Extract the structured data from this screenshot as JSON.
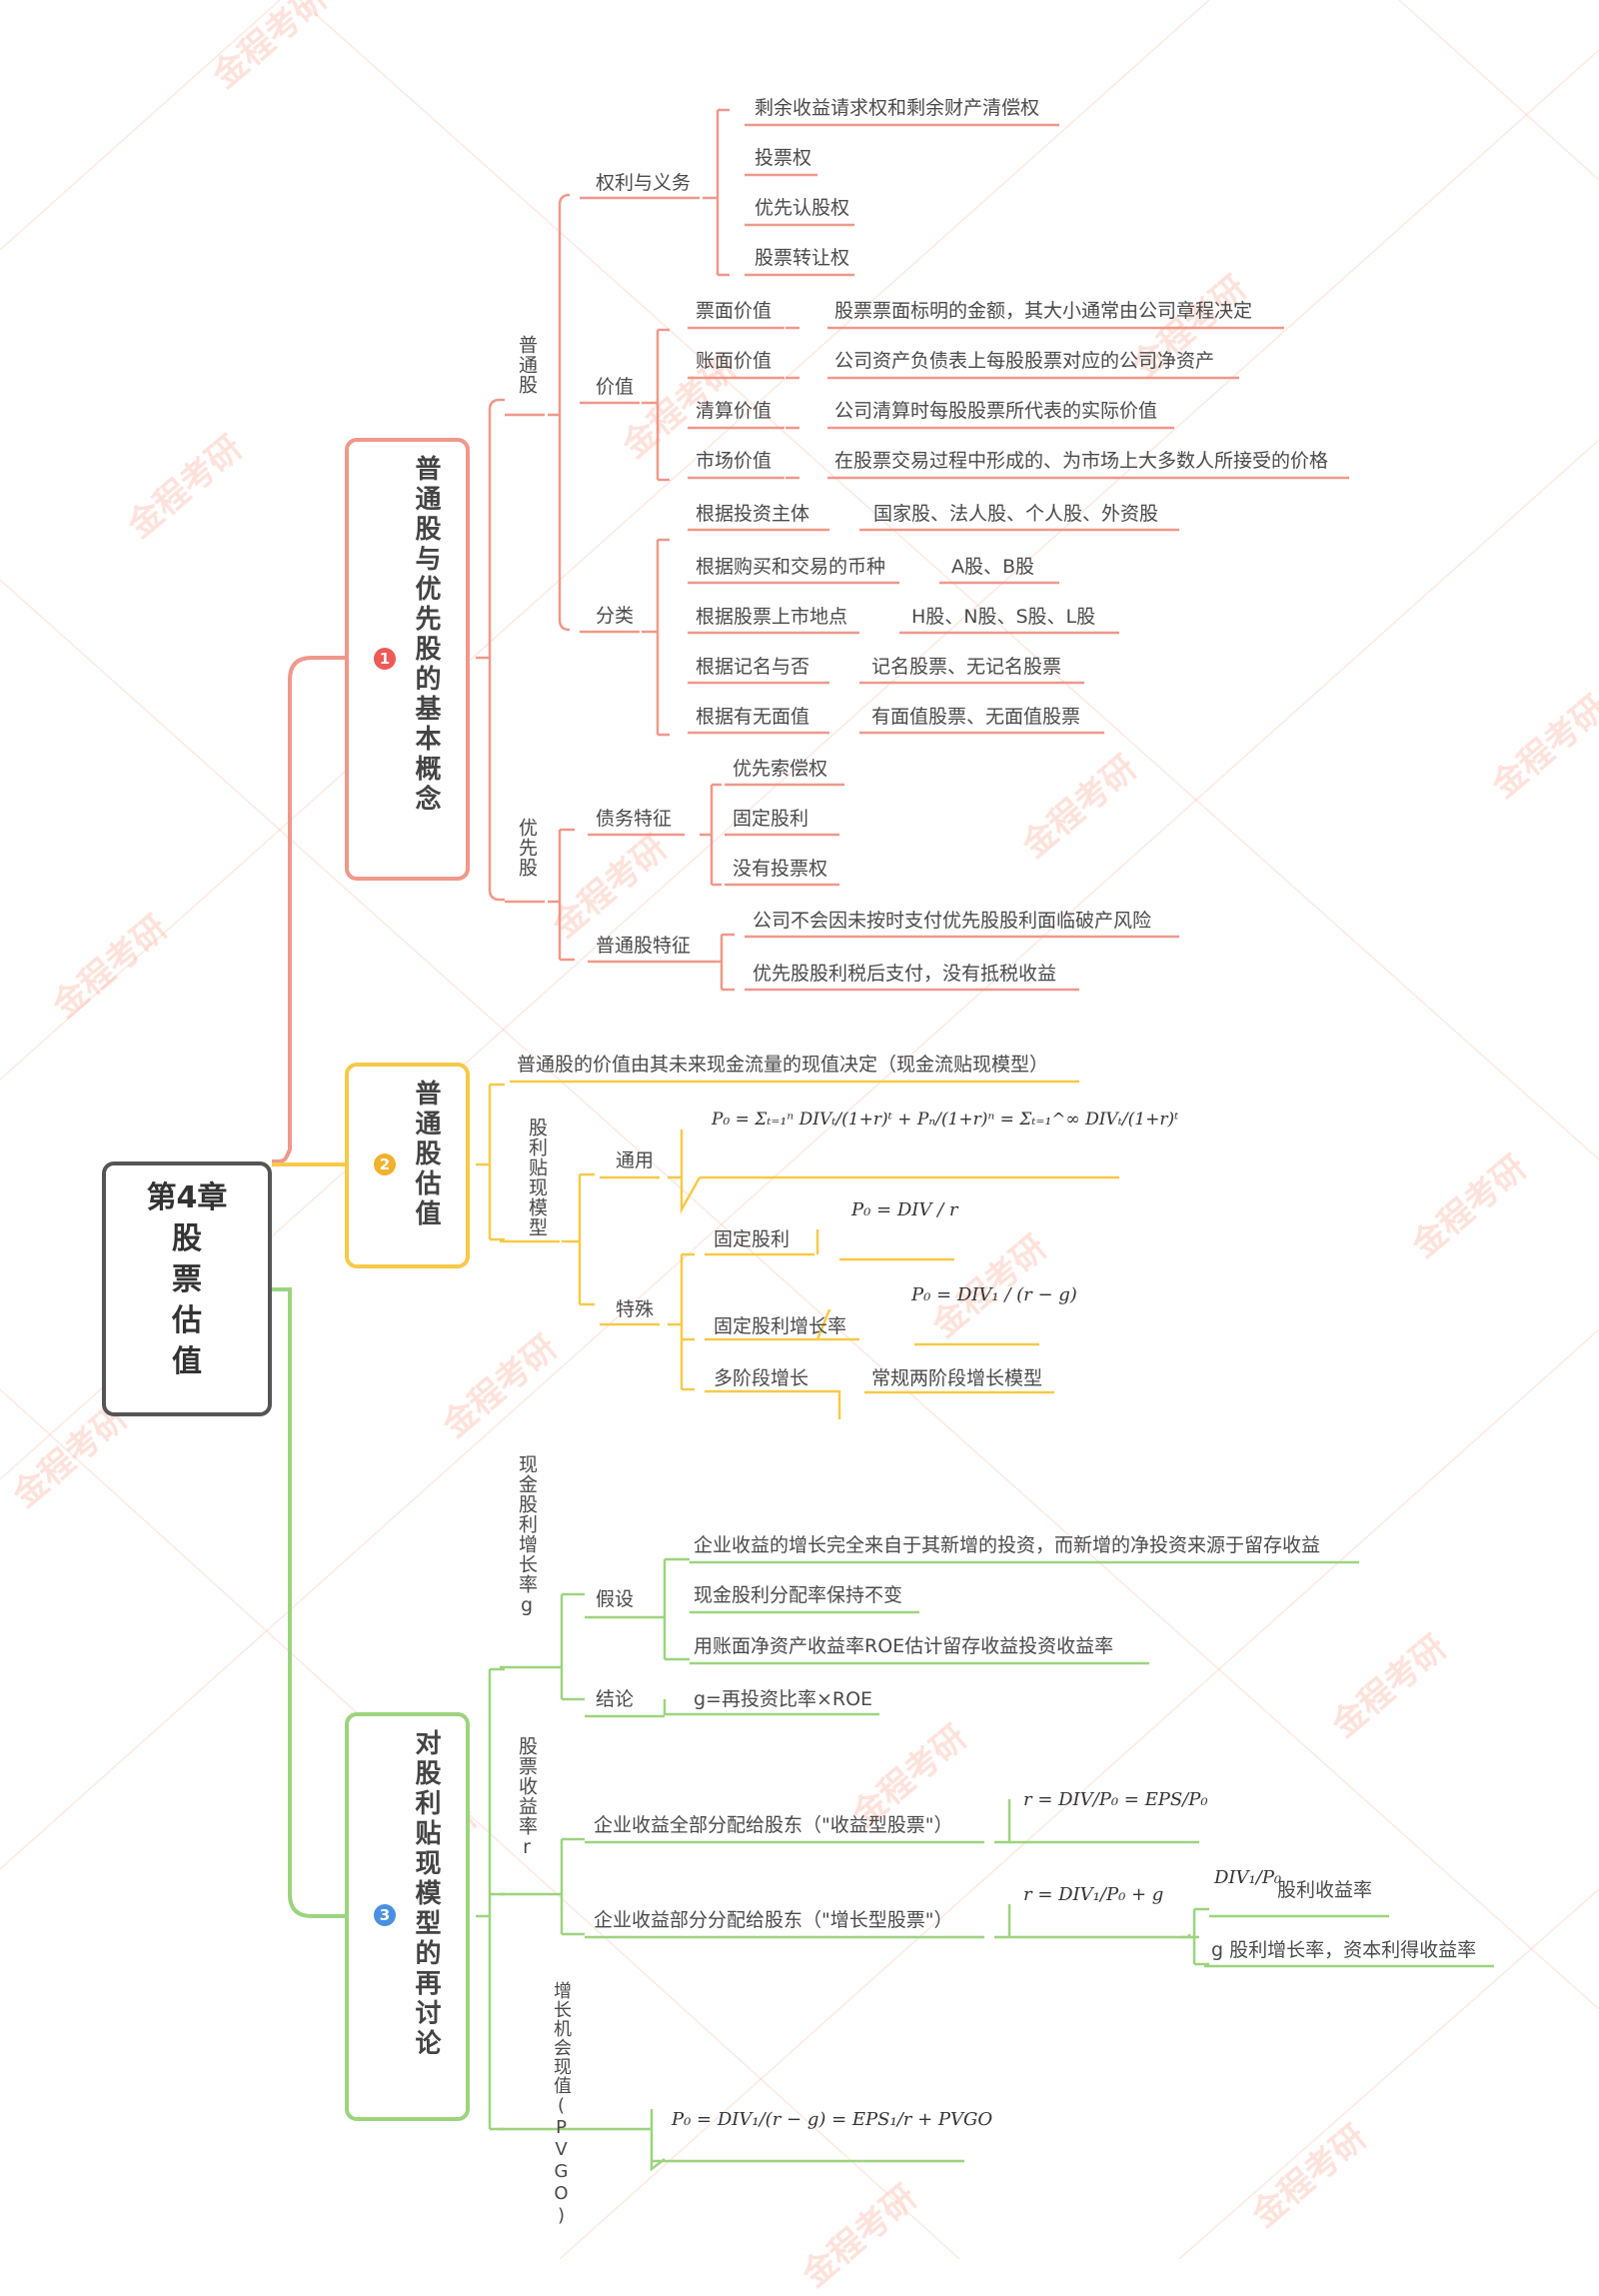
{
  "colors": {
    "red": "#f0988a",
    "yellow": "#f7c948",
    "green": "#9cd47e",
    "root": "#555555"
  },
  "root": {
    "title_line1": "第4章",
    "title_line2": "股",
    "title_line3": "票",
    "title_line4": "估",
    "title_line5": "值"
  },
  "sec1": {
    "badge": "1",
    "title": "普通股与优先股的基本概念",
    "common": {
      "label": "普通股",
      "rights": {
        "label": "权利与义务",
        "items": [
          "剩余收益请求权和剩余财产清偿权",
          "投票权",
          "优先认股权",
          "股票转让权"
        ]
      },
      "value": {
        "label": "价值",
        "items": [
          {
            "name": "票面价值",
            "desc": "股票票面标明的金额，其大小通常由公司章程决定"
          },
          {
            "name": "账面价值",
            "desc": "公司资产负债表上每股股票对应的公司净资产"
          },
          {
            "name": "清算价值",
            "desc": "公司清算时每股股票所代表的实际价值"
          },
          {
            "name": "市场价值",
            "desc": "在股票交易过程中形成的、为市场上大多数人所接受的价格"
          }
        ]
      },
      "classify": {
        "label": "分类",
        "items": [
          "根据投资主体",
          "根据购买和交易的币种",
          "根据股票上市地点",
          "根据记名与否",
          "根据有无面值"
        ],
        "results": [
          "国家股、法人股、个人股、外资股",
          "A股、B股",
          "H股、N股、S股、L股",
          "记名股票、无记名股票",
          "有面值股票、无面值股票"
        ]
      }
    },
    "preferred": {
      "label": "优先股",
      "debt": {
        "label": "债务特征",
        "items": [
          "优先索偿权",
          "固定股利",
          "没有投票权"
        ]
      },
      "equity": {
        "label": "普通股特征",
        "items": [
          "公司不会因未按时支付优先股股利面临破产风险",
          "优先股股利税后支付，没有抵税收益"
        ]
      }
    }
  },
  "sec2": {
    "badge": "2",
    "title": "普通股估值",
    "intro": "普通股的价值由其未来现金流量的现值决定（现金流贴现模型）",
    "model_label": "股利贴现模型",
    "general": {
      "label": "通用",
      "formula": "P₀ = Σₜ₌₁ⁿ DIVₜ/(1+r)ᵗ + Pₙ/(1+r)ⁿ = Σₜ₌₁^∞ DIVₜ/(1+r)ᵗ"
    },
    "special": {
      "label": "特殊",
      "fixed": {
        "label": "固定股利",
        "formula": "P₀ = DIV / r"
      },
      "growth": {
        "label": "固定股利增长率",
        "formula": "P₀ = DIV₁ / (r − g)"
      },
      "multi": {
        "label": "多阶段增长",
        "result": "常规两阶段增长模型"
      }
    }
  },
  "sec3": {
    "badge": "3",
    "title": "对股利贴现模型的再讨论",
    "g": {
      "label": "现金股利增长率g",
      "assume": {
        "label": "假设",
        "items": [
          "企业收益的增长完全来自于其新增的投资，而新增的净投资来源于留存收益",
          "现金股利分配率保持不变",
          "用账面净资产收益率ROE估计留存收益投资收益率"
        ]
      },
      "conclusion": {
        "label": "结论",
        "item": "g=再投资比率×ROE"
      }
    },
    "r": {
      "label": "股票收益率r",
      "full": {
        "label": "企业收益全部分配给股东（\"收益型股票\"）",
        "formula": "r = DIV/P₀ = EPS/P₀"
      },
      "part": {
        "label": "企业收益部分分配给股东（\"增长型股票\"）",
        "formula": "r = DIV₁/P₀ + g",
        "sub": [
          {
            "formula": "DIV₁/P₀",
            "desc": "股利收益率"
          },
          {
            "desc": "g 股利增长率，资本利得收益率"
          }
        ]
      }
    },
    "pvgo": {
      "label": "增长机会现值(PVGO)",
      "formula": "P₀ = DIV₁/(r − g) = EPS₁/r + PVGO"
    }
  },
  "watermark": "金程考研"
}
